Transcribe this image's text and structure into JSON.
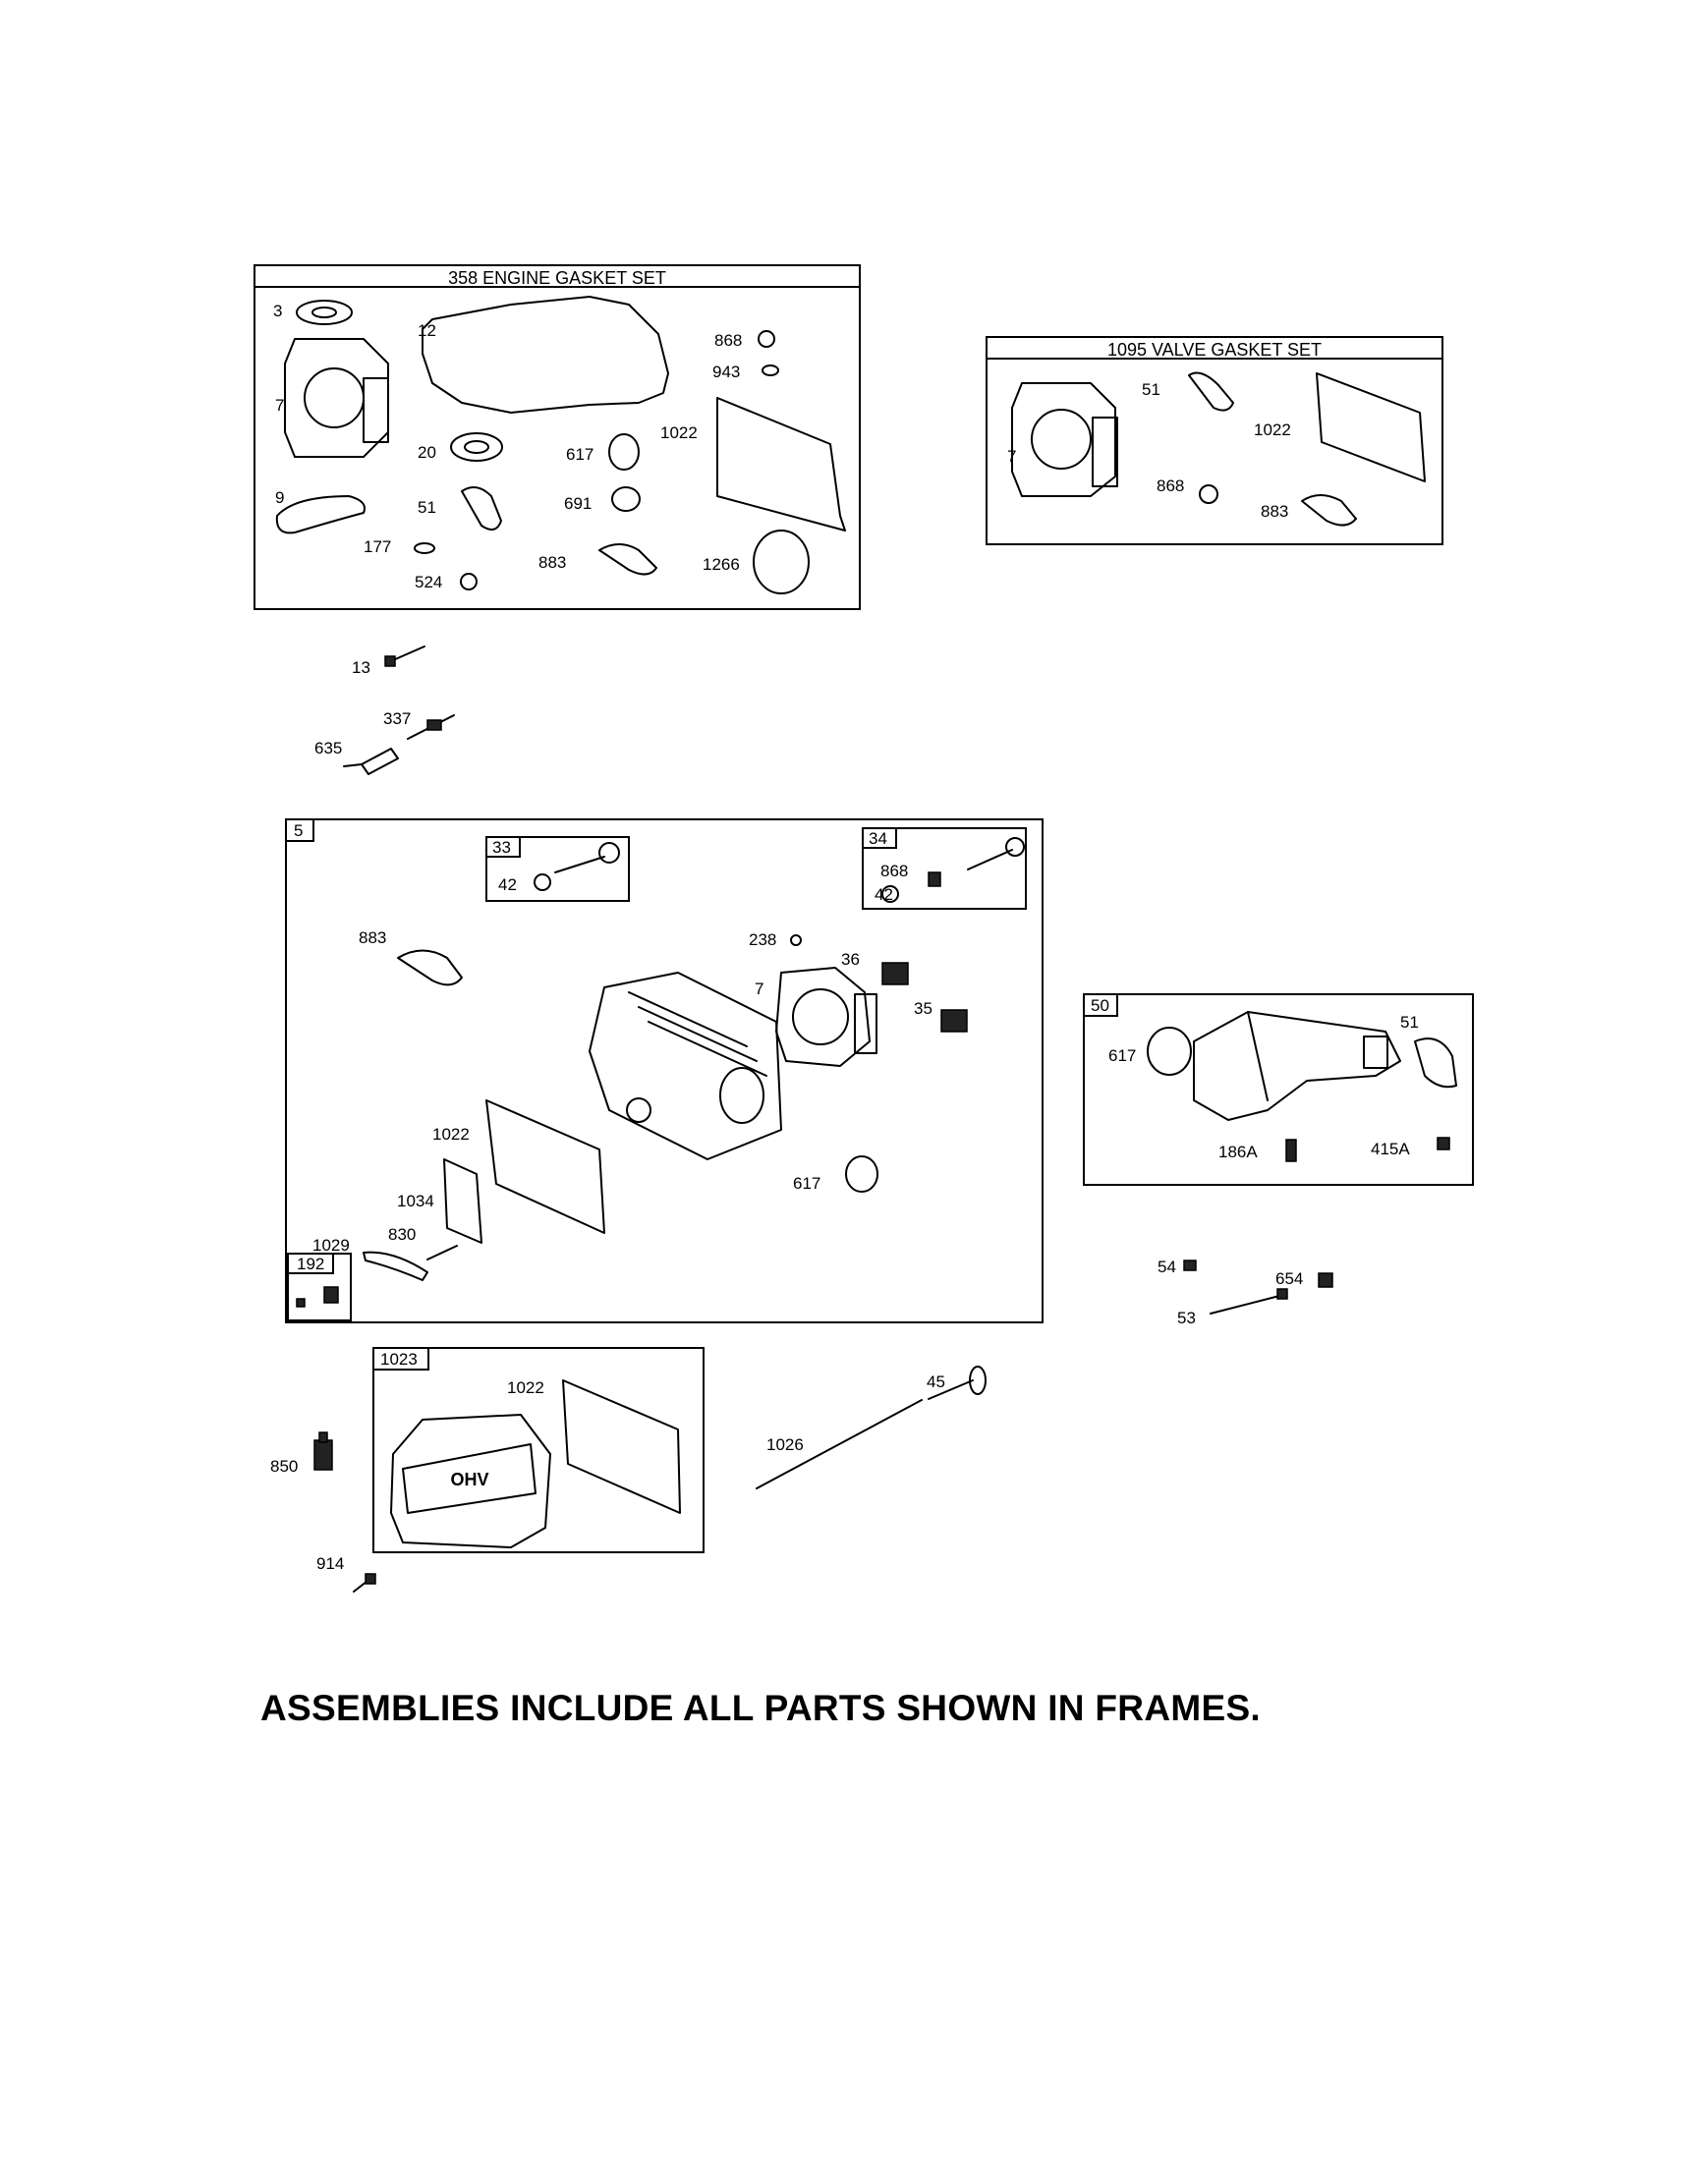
{
  "frames": {
    "engine_gasket_set": "358 ENGINE GASKET SET",
    "valve_gasket_set": "1095 VALVE GASKET SET",
    "cylinder_head": "5",
    "intake_valve": "33",
    "exhaust_valve": "34",
    "intake_elbow": "50",
    "breather": "192",
    "valve_cover": "1023"
  },
  "callouts": {
    "egs_3": "3",
    "egs_12": "12",
    "egs_868": "868",
    "egs_943": "943",
    "egs_7": "7",
    "egs_20": "20",
    "egs_617": "617",
    "egs_1022": "1022",
    "egs_9": "9",
    "egs_51": "51",
    "egs_691": "691",
    "egs_177": "177",
    "egs_524": "524",
    "egs_883": "883",
    "egs_1266": "1266",
    "vgs_51": "51",
    "vgs_1022": "1022",
    "vgs_7": "7",
    "vgs_868": "868",
    "vgs_883": "883",
    "p13": "13",
    "p337": "337",
    "p635": "635",
    "iv_42": "42",
    "ev_868": "868",
    "ev_42": "42",
    "ch_883": "883",
    "ch_238": "238",
    "ch_36": "36",
    "ch_7": "7",
    "ch_35": "35",
    "ch_1022": "1022",
    "ch_617": "617",
    "ch_1034": "1034",
    "ch_830": "830",
    "ch_1029": "1029",
    "ie_617": "617",
    "ie_51": "51",
    "ie_186A": "186A",
    "ie_415A": "415A",
    "p54": "54",
    "p654": "654",
    "p53": "53",
    "vc_1022": "1022",
    "p850": "850",
    "p914": "914",
    "p45": "45",
    "p1026": "1026"
  },
  "cover_logo": "OHV",
  "footer": "ASSEMBLIES INCLUDE ALL PARTS SHOWN IN FRAMES."
}
